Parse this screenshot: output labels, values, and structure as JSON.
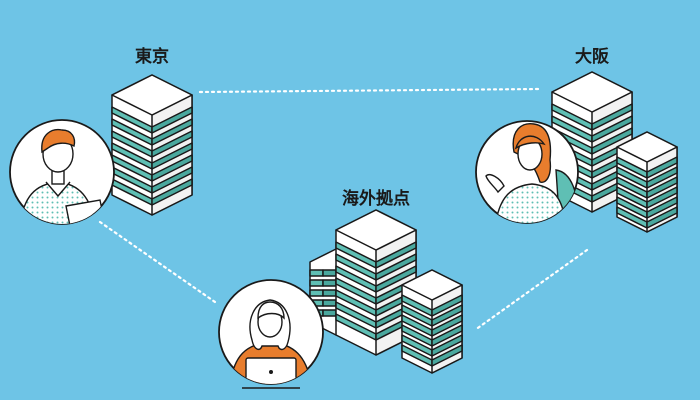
{
  "locations": [
    {
      "id": "tokyo",
      "label": "東京"
    },
    {
      "id": "osaka",
      "label": "大阪"
    },
    {
      "id": "overseas",
      "label": "海外拠点"
    }
  ],
  "colors": {
    "background": "#6ec4e6",
    "server_white": "#ffffff",
    "server_teal": "#5fbfb4",
    "outline": "#1a1a1a",
    "hair_orange": "#e87d2d",
    "shirt_dots": "#5fbfb4",
    "connector": "#ffffff"
  },
  "icons": [
    "server-stack-icon",
    "person-avatar-icon",
    "laptop-icon"
  ]
}
